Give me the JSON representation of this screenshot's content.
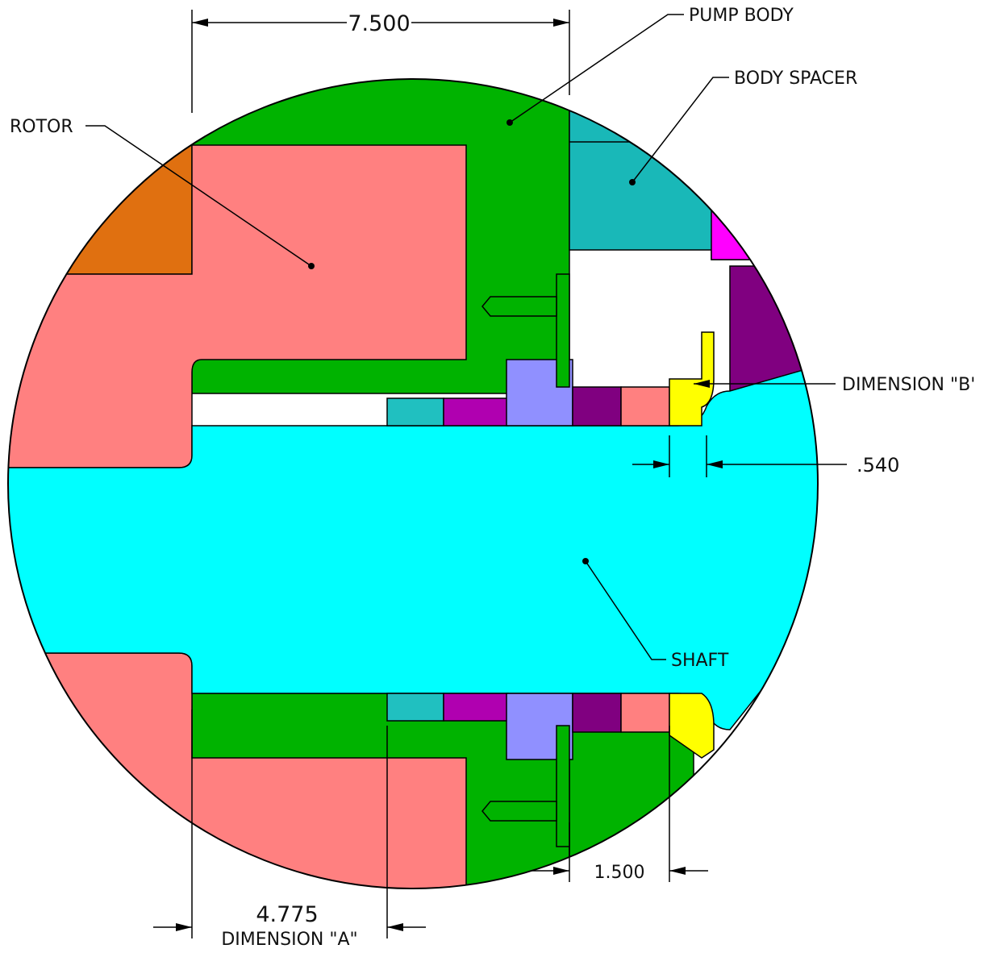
{
  "drawing": {
    "labels": {
      "pump_body": "PUMP BODY",
      "body_spacer": "BODY SPACER",
      "rotor": "ROTOR",
      "dimension_b": "DIMENSION \"B'",
      "shaft": "SHAFT",
      "dimension_a": "DIMENSION \"A\""
    },
    "dimensions": {
      "top": "7.500",
      "right": ".540",
      "bottom_right": "1.500",
      "bottom_left": "4.775"
    }
  },
  "colors": {
    "pump_body": "#00b300",
    "body_spacer": "#19b8b8",
    "rotor": "#ff8080",
    "rotor_outer": "#e07010",
    "shaft": "#00ffff",
    "seal_blue": "#9090ff",
    "seal_purple": "#800080",
    "seal_magenta": "#b000b0",
    "gland_yellow": "#ffff00",
    "pink_part": "#ff00ff",
    "small_teal": "#20c0c0"
  }
}
